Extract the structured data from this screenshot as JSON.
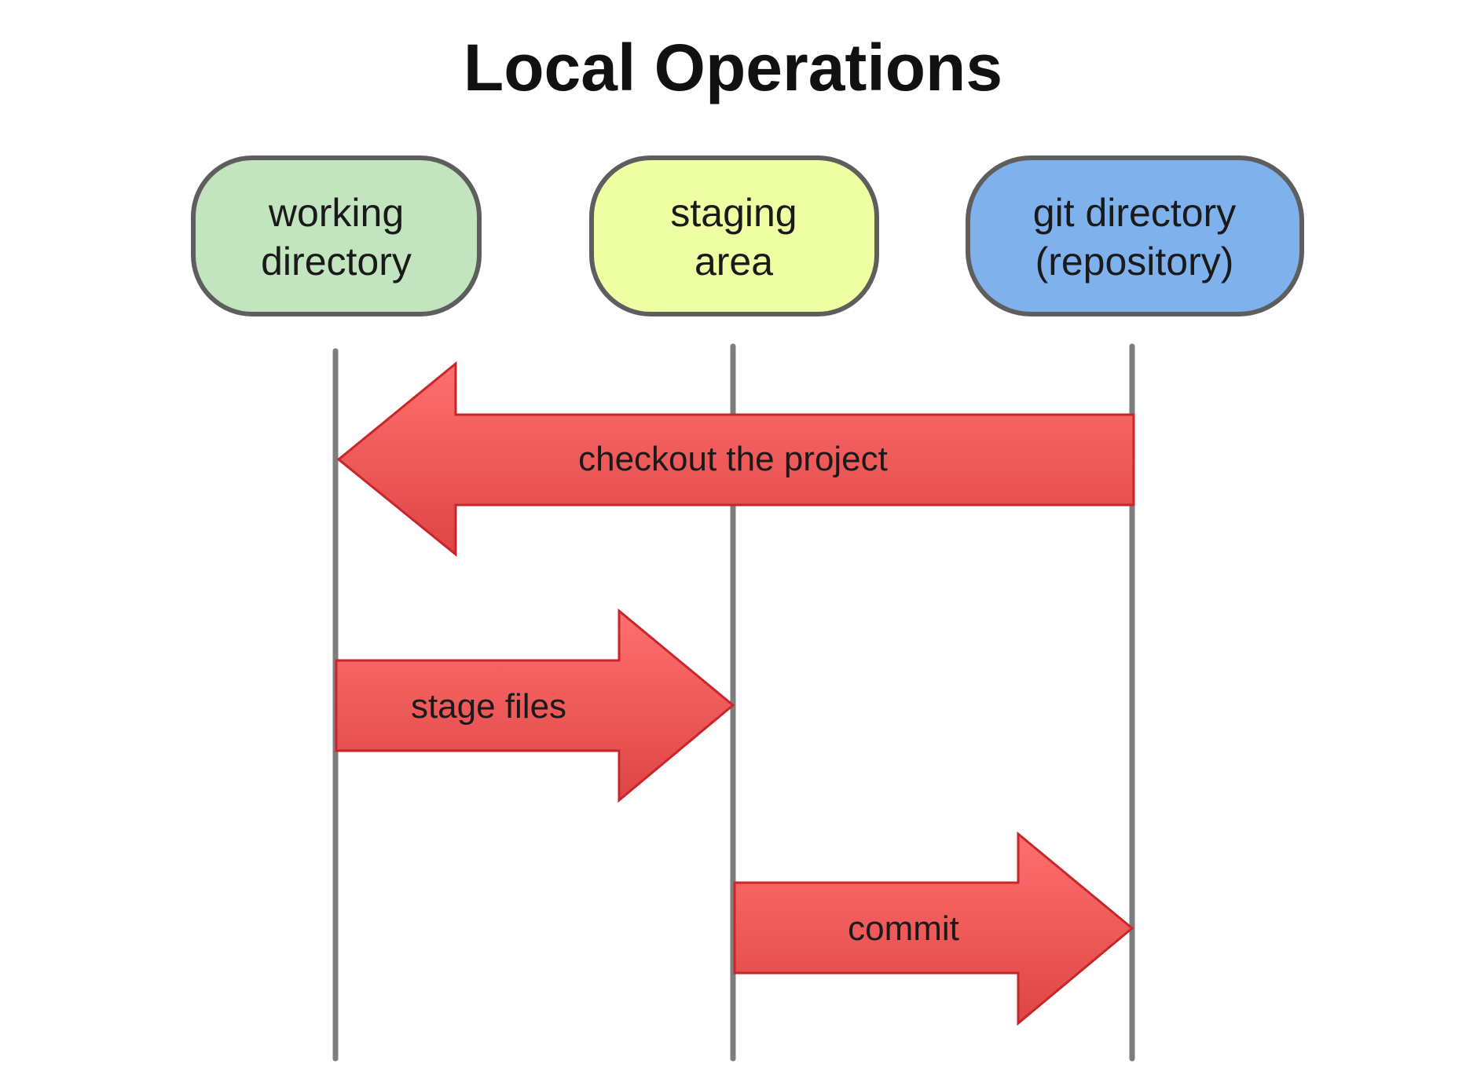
{
  "title": "Local Operations",
  "nodes": [
    {
      "id": "working-directory",
      "lines": [
        "working",
        "directory"
      ],
      "color": "#c2e4be"
    },
    {
      "id": "staging-area",
      "lines": [
        "staging",
        "area"
      ],
      "color": "#eefea3"
    },
    {
      "id": "git-directory",
      "lines": [
        "git directory",
        "(repository)"
      ],
      "color": "#7fb2ec"
    }
  ],
  "arrows": [
    {
      "id": "checkout",
      "label": "checkout the project",
      "from": "git-directory",
      "to": "working-directory"
    },
    {
      "id": "stage-files",
      "label": "stage files",
      "from": "working-directory",
      "to": "staging-area"
    },
    {
      "id": "commit",
      "label": "commit",
      "from": "staging-area",
      "to": "git-directory"
    }
  ],
  "colors": {
    "arrow_fill_top": "#ff6f6f",
    "arrow_fill_bottom": "#de4545",
    "arrow_stroke": "#c8262b",
    "lane": "#7d7d7d",
    "node_border": "#5e5e5e"
  }
}
